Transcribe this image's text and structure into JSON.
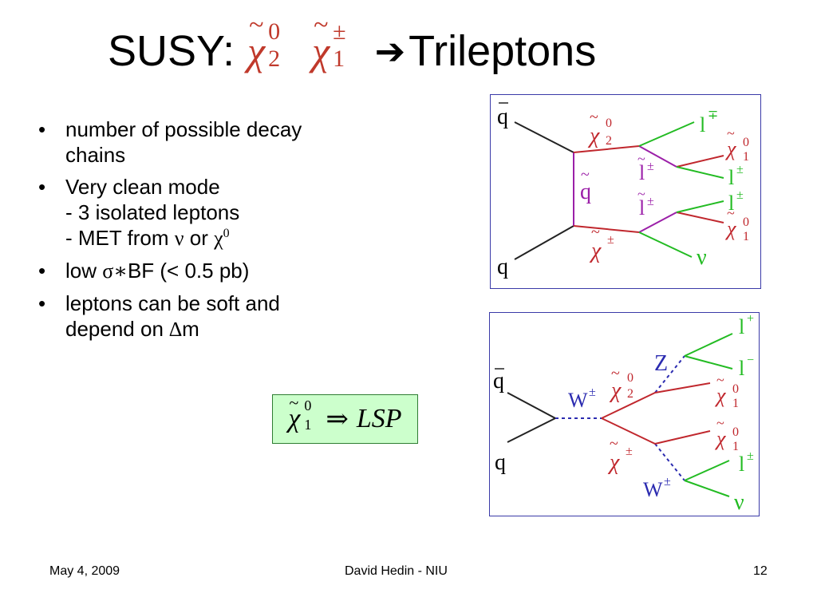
{
  "title": {
    "prefix": "SUSY:",
    "chi1": {
      "base": "χ",
      "tilde": "~",
      "sup": "0",
      "sub": "2"
    },
    "chi2": {
      "base": "χ",
      "tilde": "~",
      "sup": "±",
      "sub": "1"
    },
    "arrow": "➔",
    "suffix": "Trileptons"
  },
  "bullets": [
    {
      "lines": [
        "number of possible decay",
        "chains"
      ]
    },
    {
      "line1": "Very clean mode",
      "line2": "- 3 isolated leptons",
      "line3_prefix": "- MET from ",
      "nu": "ν",
      "or": " or ",
      "chi": "χ",
      "chi_sup": "0"
    },
    {
      "prefix": "low ",
      "sigma": "σ∗",
      "suffix": "BF (< 0.5 pb)"
    },
    {
      "line1": "leptons can be soft and",
      "line2_prefix": "depend on ",
      "delta": "∆",
      "line2_suffix": "m"
    }
  ],
  "lsp_box": {
    "chi": "χ",
    "tilde": "~",
    "sup": "0",
    "sub": "1",
    "implies": "⇒",
    "text": "LSP"
  },
  "diagram1": {
    "labels": {
      "qbar": "q",
      "q": "q",
      "chi20": "χ",
      "chi20_sup": "0",
      "chi20_sub": "2",
      "chipm": "χ",
      "chipm_sup": "±",
      "squark": "q",
      "slep1": "l",
      "slep1_sup": "±",
      "slep2": "l",
      "slep2_sup": "±",
      "lmp": "l",
      "lmp_sup": "∓",
      "chi10a": "χ",
      "chi10a_sup": "0",
      "chi10a_sub": "1",
      "lpm1": "l",
      "lpm1_sup": "±",
      "lpm2": "l",
      "lpm2_sup": "±",
      "chi10b": "χ",
      "chi10b_sup": "0",
      "chi10b_sub": "1",
      "nu": "ν"
    },
    "colors": {
      "quark": "#222222",
      "neutralino": "#c0272d",
      "slepton": "#9b1fa8",
      "lepton": "#22bb22"
    }
  },
  "diagram2": {
    "labels": {
      "qbar": "q",
      "q": "q",
      "W1": "W",
      "W1_sup": "±",
      "chi20": "χ",
      "chi20_sup": "0",
      "chi20_sub": "2",
      "chipm": "χ",
      "chipm_sup": "±",
      "Z": "Z",
      "W2": "W",
      "W2_sup": "±",
      "lp": "l",
      "lp_sup": "+",
      "lm": "l",
      "lm_sup": "−",
      "chi10a": "χ",
      "chi10a_sup": "0",
      "chi10a_sub": "1",
      "chi10b": "χ",
      "chi10b_sup": "0",
      "chi10b_sub": "1",
      "lpm": "l",
      "lpm_sup": "±",
      "nu": "ν"
    },
    "colors": {
      "quark": "#222222",
      "boson": "#2b2bb0",
      "neutralino": "#c0272d",
      "lepton": "#22bb22"
    }
  },
  "footer": {
    "date": "May 4, 2009",
    "author": "David Hedin - NIU",
    "page": "12"
  }
}
